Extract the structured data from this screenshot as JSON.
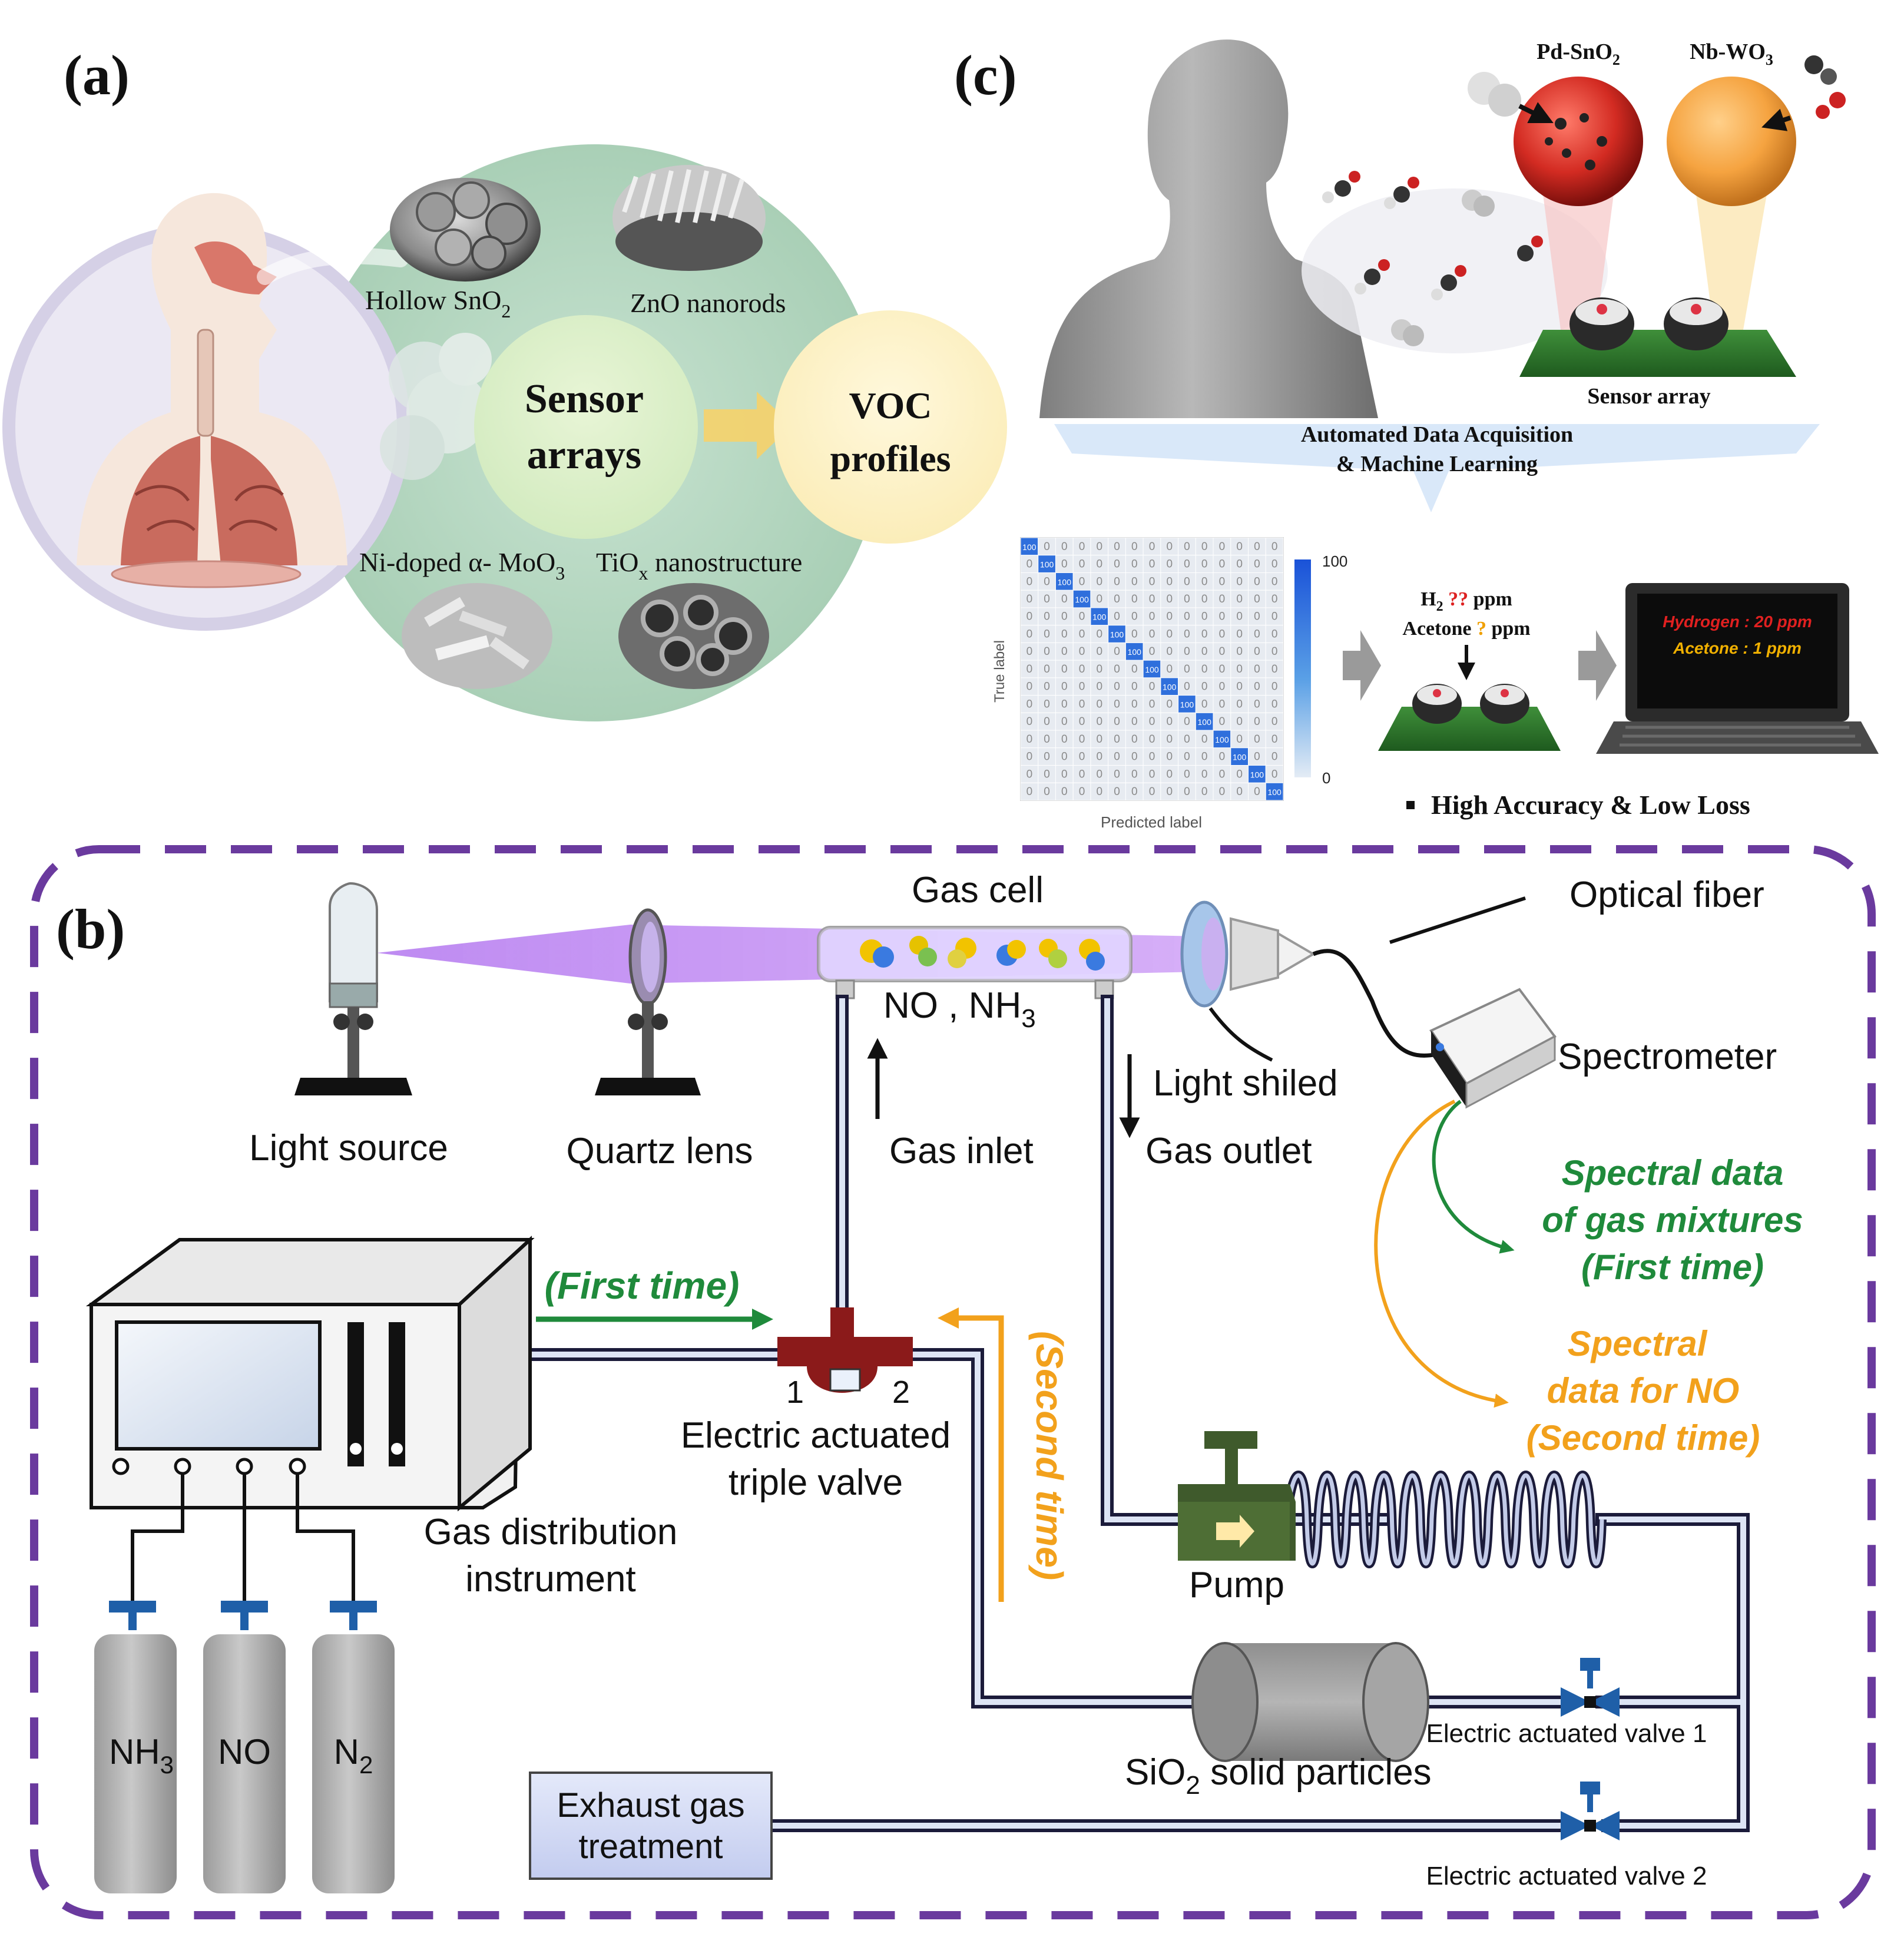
{
  "panel_a": {
    "label": "(a)",
    "hollow_sno2": {
      "text": "Hollow SnO",
      "sub": "2"
    },
    "zno": "ZnO nanorods",
    "sensor_1": "Sensor",
    "sensor_2": "arrays",
    "voc_1": "VOC",
    "voc_2": "profiles",
    "ni_doped": {
      "text": "Ni-doped α- MoO",
      "sub": "3"
    },
    "tiox": {
      "text": "TiO",
      "sub": "x",
      "rest": " nanostructure"
    }
  },
  "panel_c": {
    "label": "(c)",
    "pd_sno2": {
      "text": "Pd-SnO",
      "sub": "2"
    },
    "nb_wo3": {
      "text": "Nb-WO",
      "sub": "3"
    },
    "sensor_array": "Sensor array",
    "automated_1": "Automated Data Acquisition",
    "automated_2": "& Machine Learning",
    "matrix_max": "100",
    "matrix_min": "0",
    "true_label": "True label",
    "predicted_label": "Predicted label",
    "h2_query": {
      "pre": "H",
      "sub": "2",
      "q": " ??",
      "post": " ppm"
    },
    "acetone_query": {
      "pre": "Acetone",
      "q": " ?",
      "post": " ppm"
    },
    "laptop_line1": "Hydrogen : 20 ppm",
    "laptop_line2": "Acetone : 1 ppm",
    "accuracy": "High Accuracy & Low Loss"
  },
  "panel_b": {
    "label": "(b)",
    "gas_cell": "Gas cell",
    "optical_fiber": "Optical fiber",
    "no_nh3": {
      "text": "NO  ,  NH",
      "sub": "3"
    },
    "light_shield": "Light shiled",
    "spectrometer": "Spectrometer",
    "light_source": "Light source",
    "quartz_lens": "Quartz lens",
    "gas_inlet": "Gas inlet",
    "gas_outlet": "Gas outlet",
    "spectral_green_1": "Spectral data",
    "spectral_green_2": "of gas mixtures",
    "spectral_green_3": "(First time)",
    "first_time": "(First time)",
    "second_time": "(Second time)",
    "spectral_orange_1": "Spectral",
    "spectral_orange_2": "data for NO",
    "spectral_orange_3": "(Second time)",
    "valve_port_1": "1",
    "valve_port_2": "2",
    "triple_valve_1": "Electric actuated",
    "triple_valve_2": "triple valve",
    "gas_dist_1": "Gas distribution",
    "gas_dist_2": "instrument",
    "pump": "Pump",
    "cyl_nh3": {
      "text": "NH",
      "sub": "3"
    },
    "cyl_no": "NO",
    "cyl_n2": {
      "text": "N",
      "sub": "2"
    },
    "sio2": {
      "text": "SiO",
      "sub": "2",
      "rest": " solid particles"
    },
    "valve_1": "Electric actuated valve 1",
    "valve_2": "Electric actuated valve 2",
    "exhaust_1": "Exhaust gas",
    "exhaust_2": "treatment"
  },
  "colors": {
    "green_arrow": "#1f8a3b",
    "orange_arrow": "#f2a11c",
    "dashed_border": "#6a3a9e",
    "matrix_blue": "#2f6fdc",
    "teal_bubble": "#b9d9c4"
  }
}
